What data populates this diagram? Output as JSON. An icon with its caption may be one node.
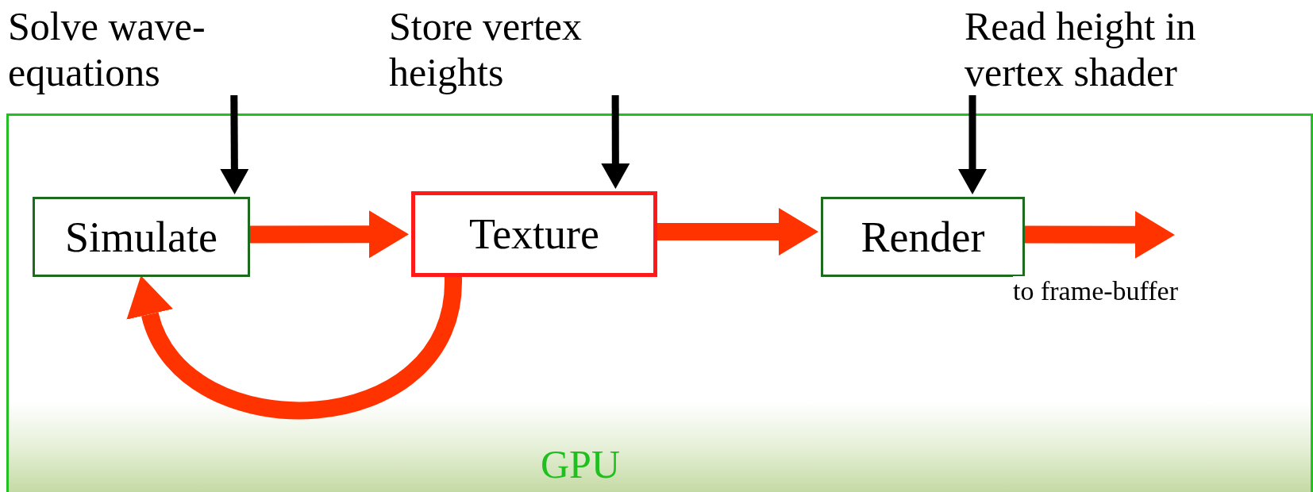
{
  "diagram": {
    "nodes": [
      {
        "text": [
          "GPU"
        ]
      },
      {
        "text": [
          "Solve wave-equations"
        ]
      },
      {
        "text": [
          "Simulate"
        ],
        "in": 0
      },
      {
        "text": [
          "Store vertex heights"
        ]
      },
      {
        "text": [
          "Texture"
        ],
        "in": 0
      },
      {
        "text": [
          "Read height in vertex shader"
        ]
      },
      {
        "text": [
          "Render"
        ],
        "in": 0
      }
    ],
    "edges": [
      {
        "from": 1,
        "to": 2,
        "arrow": "to",
        "color": "#000000"
      },
      {
        "from": 3,
        "to": 4,
        "arrow": "to",
        "color": "#000000"
      },
      {
        "from": 5,
        "to": 6,
        "arrow": "to",
        "color": "#000000"
      },
      {
        "from": 2,
        "to": 4,
        "arrow": "to",
        "color": "#ff3300"
      },
      {
        "from": 4,
        "to": 6,
        "arrow": "to",
        "color": "#ff3300"
      },
      {
        "from": 6,
        "to": null,
        "arrow": "to",
        "color": "#ff3300",
        "label": "to frame-buffer"
      },
      {
        "from": 4,
        "to": 2,
        "arrow": "to",
        "color": "#ff3300"
      }
    ]
  }
}
